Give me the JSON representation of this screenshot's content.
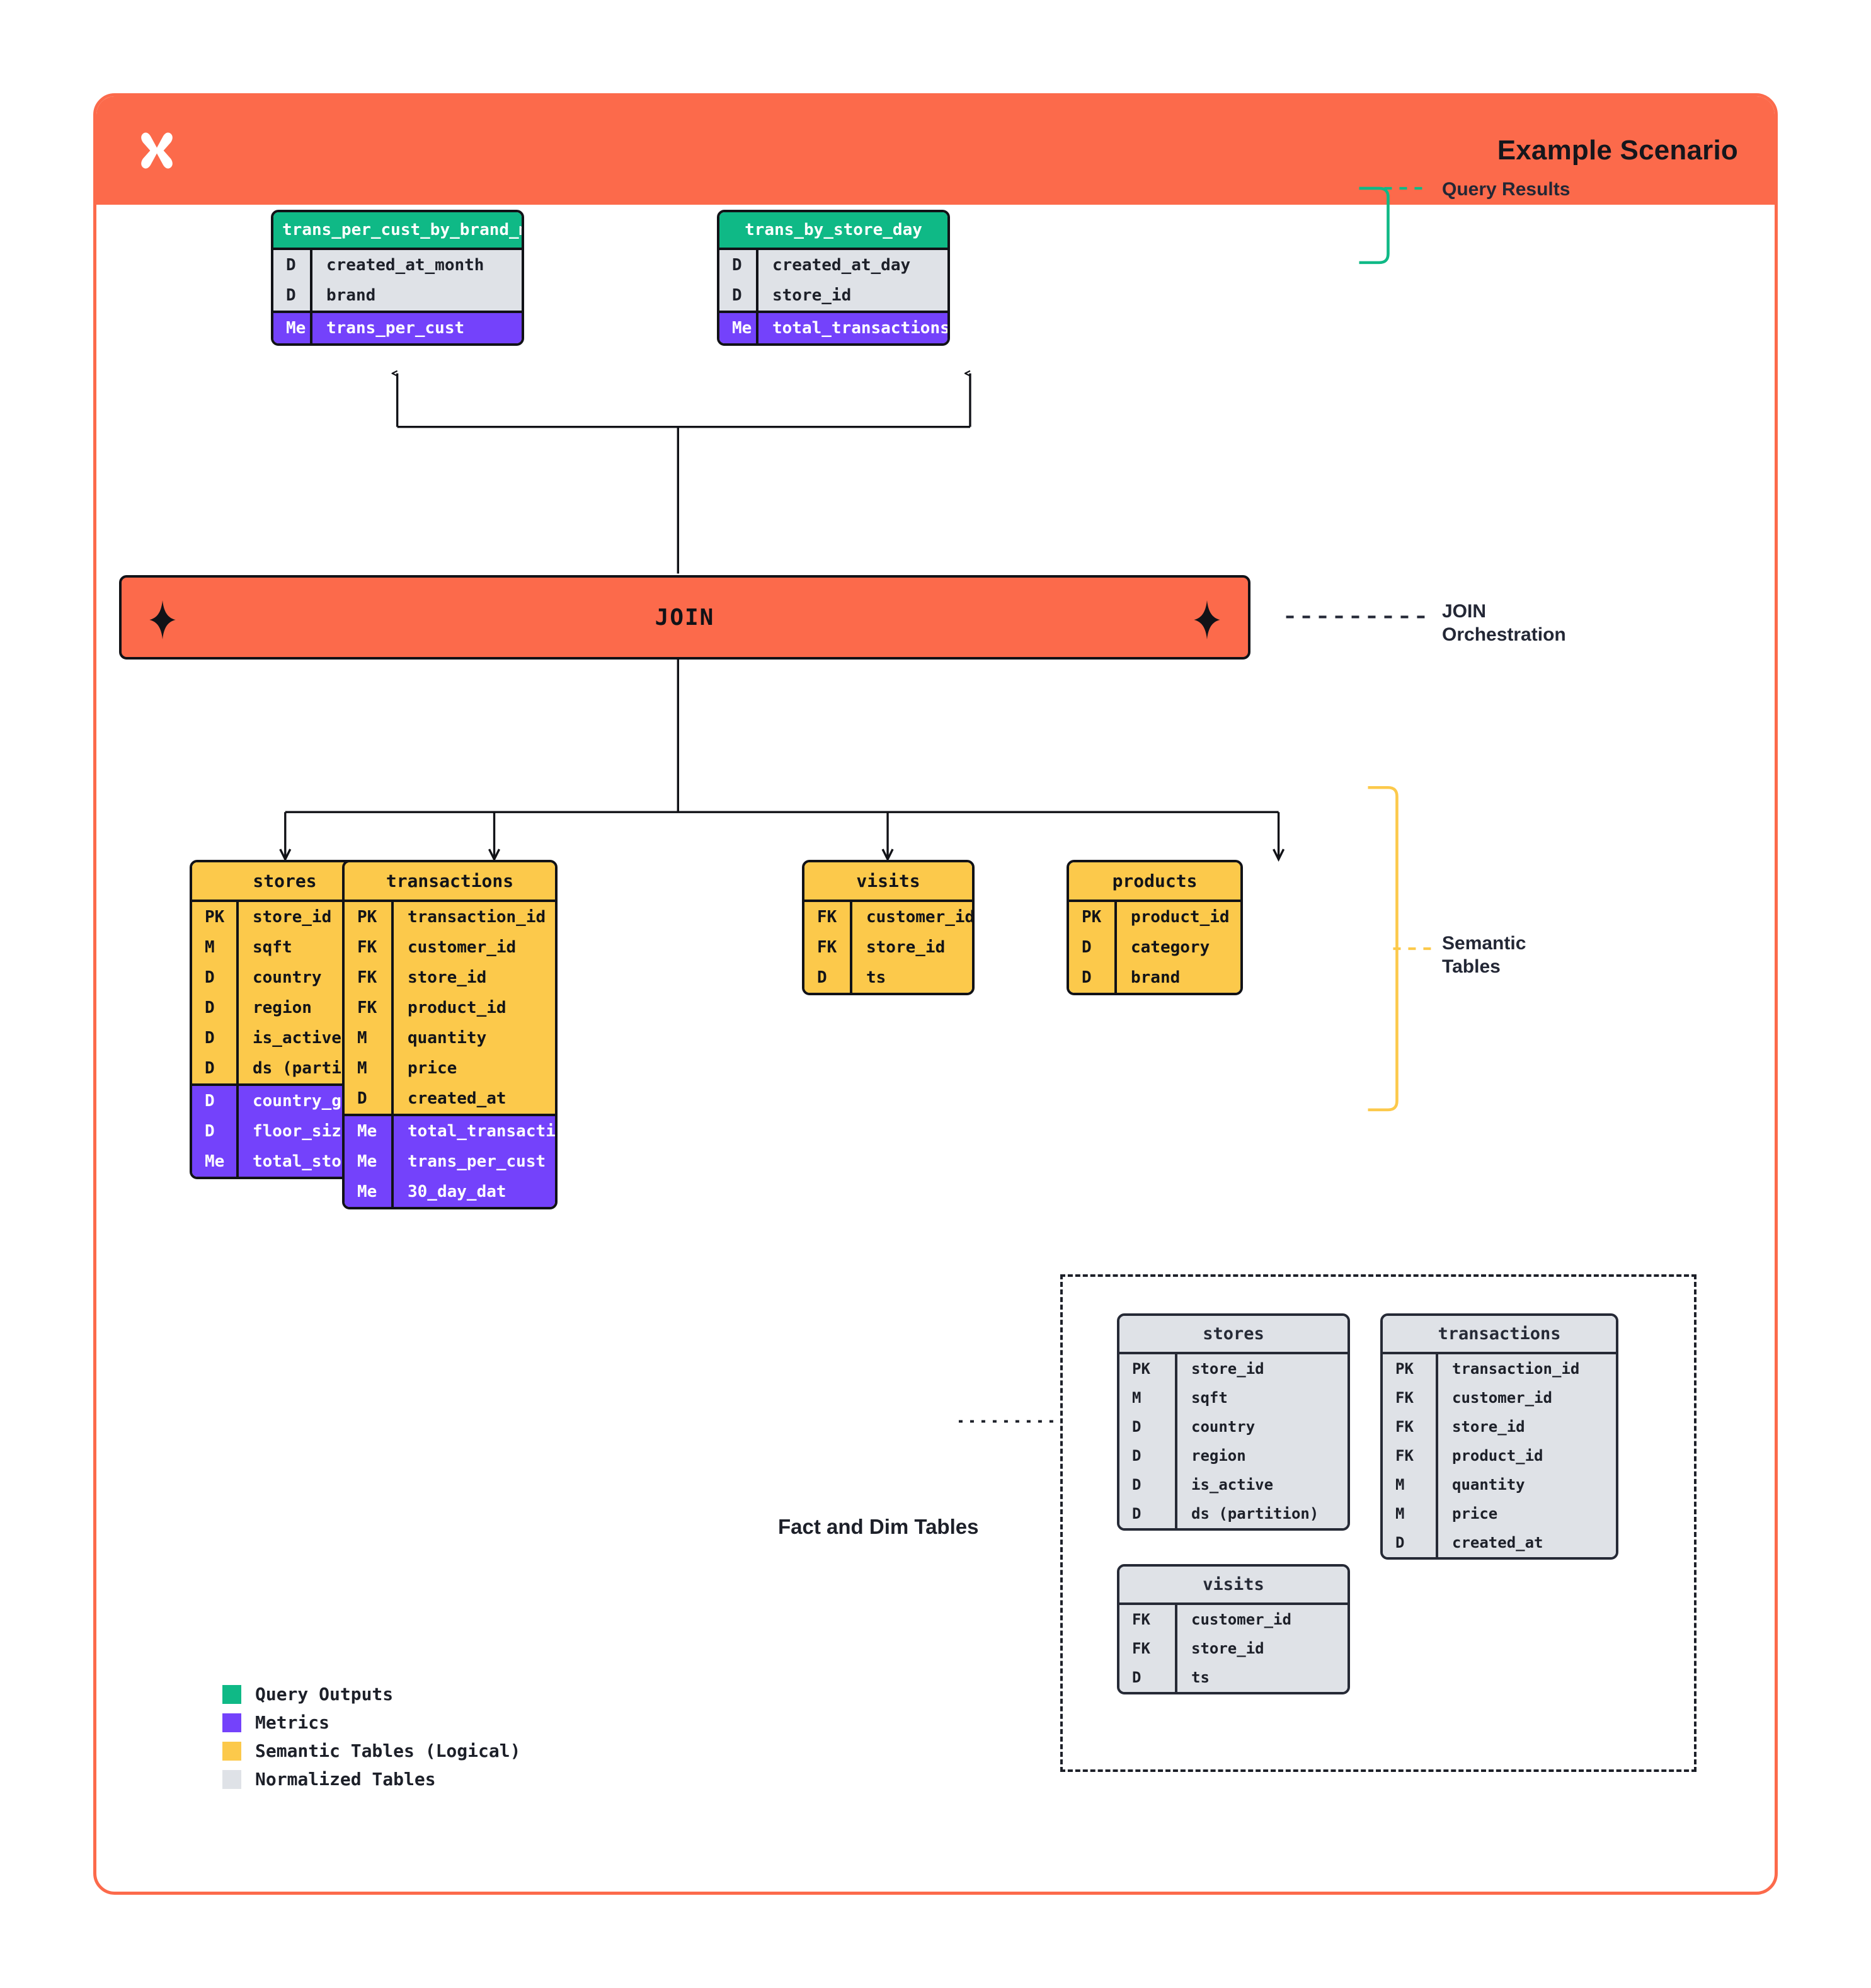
{
  "header": {
    "title": "Example Scenario",
    "logo_icon": "x-starburst-logo"
  },
  "colors": {
    "brand_orange": "#FC6A4B",
    "query_green": "#0FB986",
    "metric_purple": "#7442FB",
    "semantic_yellow": "#FCC94B",
    "normalized_gray": "#dfe2e7",
    "ink": "#111217"
  },
  "join": {
    "label": "JOIN",
    "left_icon": "sparkle-icon",
    "right_icon": "sparkle-icon"
  },
  "annotations": {
    "query_results": "Query Results",
    "join_orchestration": "JOIN\nOrchestration",
    "semantic_tables": "Semantic\nTables",
    "fact_and_dim": "Fact and Dim Tables"
  },
  "query_results": [
    {
      "name": "trans_per_cust_by_brand_month",
      "groups": [
        {
          "style": "dim",
          "rows": [
            {
              "k": "D",
              "v": "created_at_month"
            },
            {
              "k": "D",
              "v": "brand"
            }
          ]
        },
        {
          "style": "metric",
          "rows": [
            {
              "k": "Me",
              "v": "trans_per_cust"
            }
          ]
        }
      ]
    },
    {
      "name": "trans_by_store_day",
      "groups": [
        {
          "style": "dim",
          "rows": [
            {
              "k": "D",
              "v": "created_at_day"
            },
            {
              "k": "D",
              "v": "store_id"
            }
          ]
        },
        {
          "style": "metric",
          "rows": [
            {
              "k": "Me",
              "v": "total_transactions"
            }
          ]
        }
      ]
    }
  ],
  "semantic_tables": [
    {
      "name": "stores",
      "groups": [
        {
          "style": "logical",
          "rows": [
            {
              "k": "PK",
              "v": "store_id"
            },
            {
              "k": "M",
              "v": "sqft"
            },
            {
              "k": "D",
              "v": "country"
            },
            {
              "k": "D",
              "v": "region"
            },
            {
              "k": "D",
              "v": "is_active"
            },
            {
              "k": "D",
              "v": "ds (partition)"
            }
          ]
        },
        {
          "style": "metric",
          "rows": [
            {
              "k": "D",
              "v": "country_group"
            },
            {
              "k": "D",
              "v": "floor_size"
            },
            {
              "k": "Me",
              "v": "total_stores"
            }
          ]
        }
      ]
    },
    {
      "name": "transactions",
      "groups": [
        {
          "style": "logical",
          "rows": [
            {
              "k": "PK",
              "v": "transaction_id"
            },
            {
              "k": "FK",
              "v": "customer_id"
            },
            {
              "k": "FK",
              "v": "store_id"
            },
            {
              "k": "FK",
              "v": "product_id"
            },
            {
              "k": "M",
              "v": "quantity"
            },
            {
              "k": "M",
              "v": "price"
            },
            {
              "k": "D",
              "v": "created_at"
            }
          ]
        },
        {
          "style": "metric",
          "rows": [
            {
              "k": "Me",
              "v": "total_transactions"
            },
            {
              "k": "Me",
              "v": "trans_per_cust"
            },
            {
              "k": "Me",
              "v": "30_day_dat"
            }
          ]
        }
      ]
    },
    {
      "name": "visits",
      "groups": [
        {
          "style": "logical",
          "rows": [
            {
              "k": "FK",
              "v": "customer_id"
            },
            {
              "k": "FK",
              "v": "store_id"
            },
            {
              "k": "D",
              "v": "ts"
            }
          ]
        }
      ]
    },
    {
      "name": "products",
      "groups": [
        {
          "style": "logical",
          "rows": [
            {
              "k": "PK",
              "v": "product_id"
            },
            {
              "k": "D",
              "v": "category"
            },
            {
              "k": "D",
              "v": "brand"
            }
          ]
        }
      ]
    }
  ],
  "normalized_tables": [
    {
      "name": "stores",
      "groups": [
        {
          "style": "normalized",
          "rows": [
            {
              "k": "PK",
              "v": "store_id"
            },
            {
              "k": "M",
              "v": "sqft"
            },
            {
              "k": "D",
              "v": "country"
            },
            {
              "k": "D",
              "v": "region"
            },
            {
              "k": "D",
              "v": "is_active"
            },
            {
              "k": "D",
              "v": "ds (partition)"
            }
          ]
        }
      ]
    },
    {
      "name": "transactions",
      "groups": [
        {
          "style": "normalized",
          "rows": [
            {
              "k": "PK",
              "v": "transaction_id"
            },
            {
              "k": "FK",
              "v": "customer_id"
            },
            {
              "k": "FK",
              "v": "store_id"
            },
            {
              "k": "FK",
              "v": "product_id"
            },
            {
              "k": "M",
              "v": "quantity"
            },
            {
              "k": "M",
              "v": "price"
            },
            {
              "k": "D",
              "v": "created_at"
            }
          ]
        }
      ]
    },
    {
      "name": "visits",
      "groups": [
        {
          "style": "normalized",
          "rows": [
            {
              "k": "FK",
              "v": "customer_id"
            },
            {
              "k": "FK",
              "v": "store_id"
            },
            {
              "k": "D",
              "v": "ts"
            }
          ]
        }
      ]
    }
  ],
  "legend": [
    {
      "color": "#0FB986",
      "label": "Query Outputs"
    },
    {
      "color": "#7442FB",
      "label": "Metrics"
    },
    {
      "color": "#FCC94B",
      "label": "Semantic Tables (Logical)"
    },
    {
      "color": "#dfe2e7",
      "label": "Normalized Tables"
    }
  ]
}
